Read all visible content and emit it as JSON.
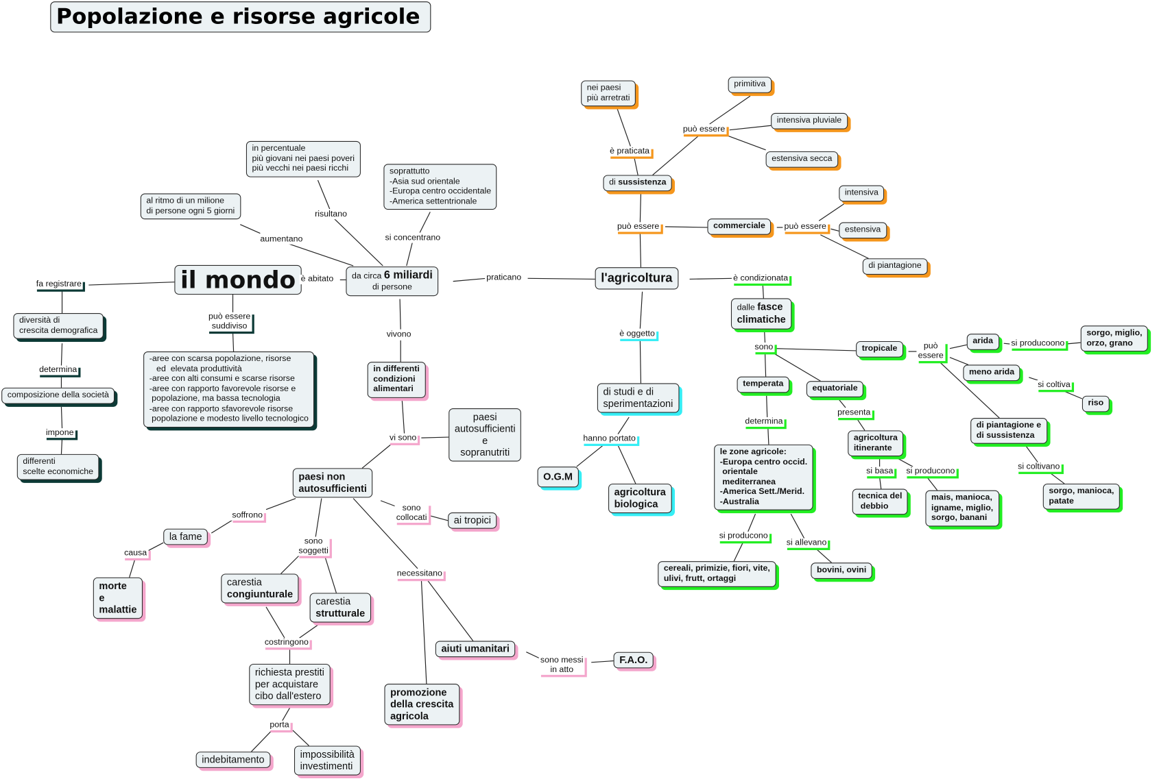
{
  "title": "Popolazione e risorse agricole",
  "nodes": {
    "mondo": "il mondo",
    "miliardi_pre": "da circa ",
    "miliardi_bold": "6 miliardi",
    "miliardi_post": "di persone",
    "ritmo": "al ritmo di un milione\ndi persone ogni 5 giorni",
    "percentuale": "in percentuale\npiù giovani nei paesi poveri\npiù vecchi nei paesi ricchi",
    "soprattutto": "soprattutto\n-Asia sud orientale\n-Europa centro occidentale\n-America settentrionale",
    "diversita": "diversità di\ncrescita demografica",
    "composizione": "composizione della società",
    "differenti": "differenti\nscelte economiche",
    "aree": "-aree con scarsa popolazione, risorse\n   ed  elevata produttività\n-aree con alti consumi e scarse risorse\n-aree con rapporto favorevole risorse e\n popolazione, ma bassa tecnologia\n-aree con rapporto sfavorevole risorse\n popolazione e modesto livello tecnologico",
    "condizioni": "in differenti\ncondizioni\nalimentari",
    "autosufficienti": "paesi\nautosufficienti\ne\nsopranutriti",
    "non_auto": "paesi non\nautosufficienti",
    "fame": "la fame",
    "morte": "morte\ne\nmalattie",
    "car_cong_1": "carestia",
    "car_cong_2": "congiunturale",
    "car_strut_1": "carestia",
    "car_strut_2": "strutturale",
    "richiesta": "richiesta prestiti\nper acquistare\ncibo dall'estero",
    "indebitamento": "indebitamento",
    "impossibilita": "impossibilità\ninvestimenti",
    "tropici": "ai tropici",
    "promozione": "promozione\ndella crescita\nagricola",
    "aiuti": "aiuti umanitari",
    "fao": "F.A.O.",
    "agricoltura": "l'agricoltura",
    "arretrati": "nei paesi\npiù arretrati",
    "sussistenza_pre": "di ",
    "sussistenza_bold": "sussistenza",
    "primitiva": "primitiva",
    "pluviale": "intensiva pluviale",
    "secca": "estensiva secca",
    "commerciale": "commerciale",
    "intensiva": "intensiva",
    "estensiva": "estensiva",
    "piantagione": "di piantagione",
    "fasce_pre": "dalle ",
    "fasce_bold1": "fasce",
    "fasce_bold2": "climatiche",
    "tropicale": "tropicale",
    "arida": "arida",
    "sorgo_miglio": "sorgo, miglio,\norzo, grano",
    "meno_arida": "meno arida",
    "riso": "riso",
    "piant_sussist": "di piantagione e\ndi sussistenza",
    "sorgo_manioca": "sorgo, manioca,\npatate",
    "temperata": "temperata",
    "equatoriale": "equatoriale",
    "zone": "le zone agricole:\n-Europa centro occid.\n orientale\n mediterranea\n-America Sett./Merid.\n-Australia",
    "itinerante": "agricoltura\nitinerante",
    "debbio": "tecnica del\n debbio",
    "mais": "mais, manioca,\nigname, miglio,\nsorgo, banani",
    "cereali": "cereali, primizie, fiori, vite,\nulivi, frutt, ortaggi",
    "bovini": "bovini, ovini",
    "studi": "di studi e di\nsperimentazioni",
    "ogm": "O.G.M",
    "biologica": "agricoltura\nbiologica"
  },
  "links": {
    "abitato": "è abitato",
    "aumentano": "aumentano",
    "risultano": "risultano",
    "concentrano": "si concentrano",
    "fa_registrare": "fa registrare",
    "determina1": "determina",
    "impone": "impone",
    "suddiviso": "può essere\nsuddiviso",
    "praticano": "praticano",
    "vivono": "vivono",
    "vi_sono": "vi sono",
    "soffrono": "soffrono",
    "causa": "causa",
    "soggetti": "sono\nsoggetti",
    "costringono": "costringono",
    "porta": "porta",
    "collocati": "sono\ncollocati",
    "necessitano": "necessitano",
    "messi": "sono messi\nin atto",
    "praticata": "è praticata",
    "puo1": "può essere",
    "puo2": "può essere",
    "puo3": "può essere",
    "condizionata": "è condizionata",
    "sono": "sono",
    "puo4": "può\nessere",
    "producoono": "si producoono",
    "coltiva": "si coltiva",
    "coltivano": "si coltivano",
    "determina2": "determina",
    "presenta": "presenta",
    "basa": "si basa",
    "producono1": "si producono",
    "producono2": "si producono",
    "allevano": "si allevano",
    "oggetto": "è oggetto",
    "portato": "hanno portato"
  },
  "colors": {
    "node_bg": "#ecf2f4",
    "dark": "#0c3a36",
    "pink": "#f4a6cc",
    "orange": "#f5961c",
    "cyan": "#35eef5",
    "green": "#22ee22"
  }
}
